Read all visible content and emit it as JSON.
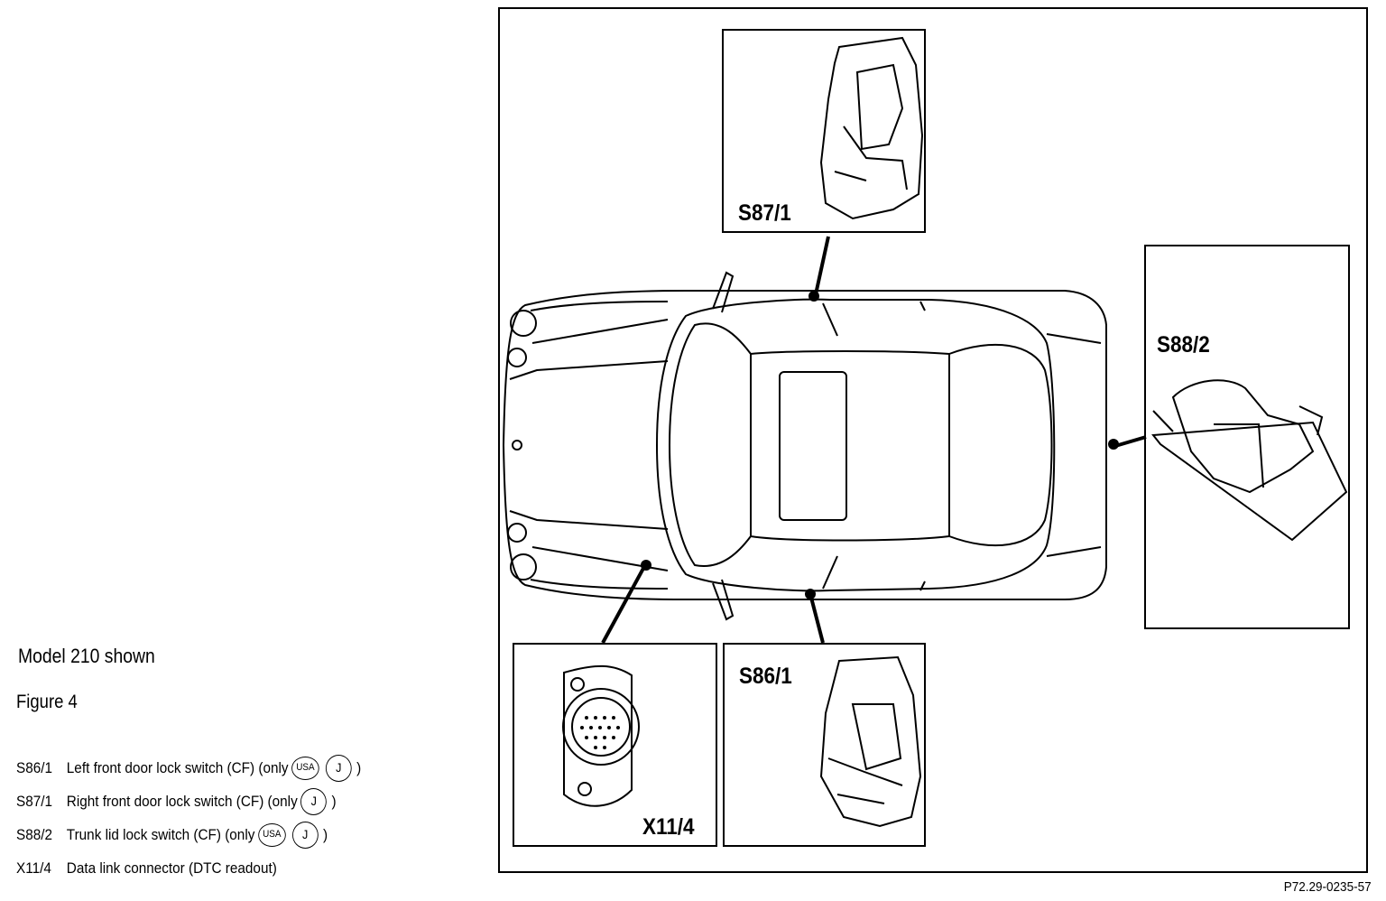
{
  "title": "Model 210 shown",
  "figure": "Figure 4",
  "legend": [
    {
      "code": "S86/1",
      "text": "Left front door lock switch (CF) (only",
      "badges": [
        "USA",
        "J"
      ]
    },
    {
      "code": "S87/1",
      "text": "Right front door lock switch (CF) (only",
      "badges": [
        "J"
      ]
    },
    {
      "code": "S88/2",
      "text": "Trunk lid lock switch (CF) (only",
      "badges": [
        "USA",
        "J"
      ]
    },
    {
      "code": "X11/4",
      "text": "Data link connector (DTC readout)",
      "badges": []
    }
  ],
  "callouts": {
    "s87": "S87/1",
    "s88": "S88/2",
    "s86": "S86/1",
    "x11": "X11/4"
  },
  "reference_code": "P72.29-0235-57"
}
